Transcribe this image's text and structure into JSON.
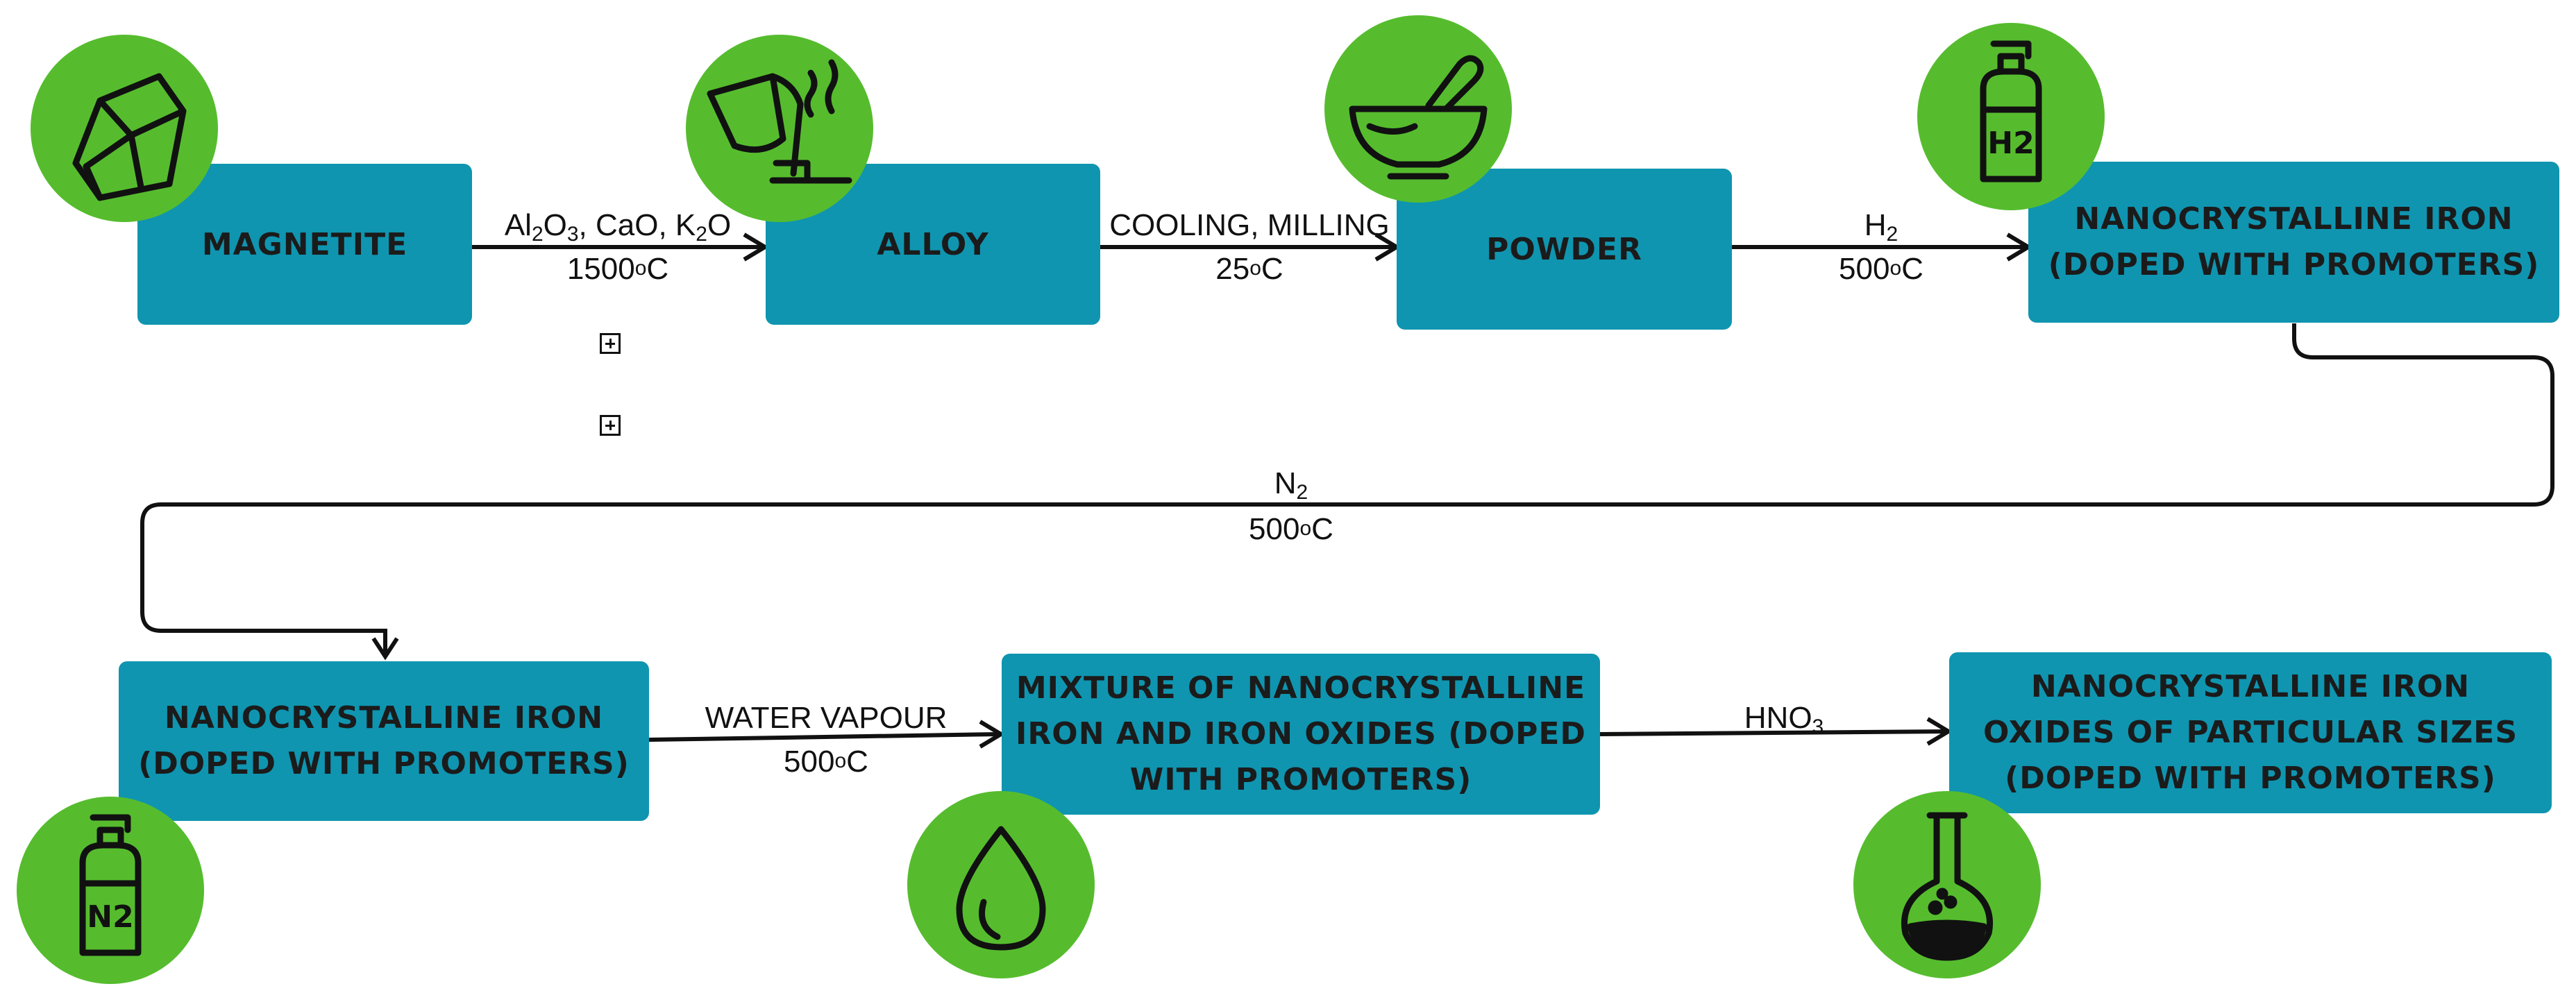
{
  "nodes": {
    "magnetite": "MAGNETITE",
    "alloy": "ALLOY",
    "powder": "POWDER",
    "iron_top": "NANOCRYSTALLINE IRON\n(DOPED WITH PROMOTERS)",
    "iron_bottom": "NANOCRYSTALLINE IRON\n(DOPED WITH PROMOTERS)",
    "mixture": "MIXTURE OF NANOCRYSTALLINE\nIRON AND IRON OXIDES (DOPED\nWITH PROMOTERS)",
    "oxides": "NANOCRYSTALLINE IRON\nOXIDES OF PARTICULAR SIZES\n(DOPED WITH PROMOTERS)"
  },
  "edges": {
    "e1": {
      "al": "Al",
      "al_sub": "2",
      "o3": "O",
      "o3_sub": "3",
      "cao": ", CaO, K",
      "k_sub": "2",
      "k_o": "O",
      "temp": "1500",
      "temp_sup": "o",
      "temp_unit": "C"
    },
    "e2": {
      "reagent": "COOLING, MILLING",
      "temp": "25",
      "temp_sup": "o",
      "temp_unit": "C"
    },
    "e3": {
      "reagent": "H",
      "reagent_sub": "2",
      "temp": "500",
      "temp_sup": "o",
      "temp_unit": "C"
    },
    "e4": {
      "reagent": "N",
      "reagent_sub": "2",
      "temp": "500",
      "temp_sup": "o",
      "temp_unit": "C"
    },
    "e5": {
      "reagent": "WATER VAPOUR",
      "temp": "500",
      "temp_sup": "o",
      "temp_unit": "C"
    },
    "e6": {
      "reagent": "HNO",
      "reagent_sub": "3"
    }
  },
  "icons": {
    "crystal": "crystal-rock-icon",
    "pour": "pouring-crucible-icon",
    "mortar": "mortar-pestle-icon",
    "h2_bottle": "gas-bottle-icon",
    "h2_label": "H2",
    "n2_bottle": "gas-bottle-icon",
    "n2_label": "N2",
    "drop": "water-drop-icon",
    "flask": "flask-icon"
  },
  "colors": {
    "box": "#0F95B0",
    "circle": "#56BC2E",
    "line": "#111111"
  }
}
